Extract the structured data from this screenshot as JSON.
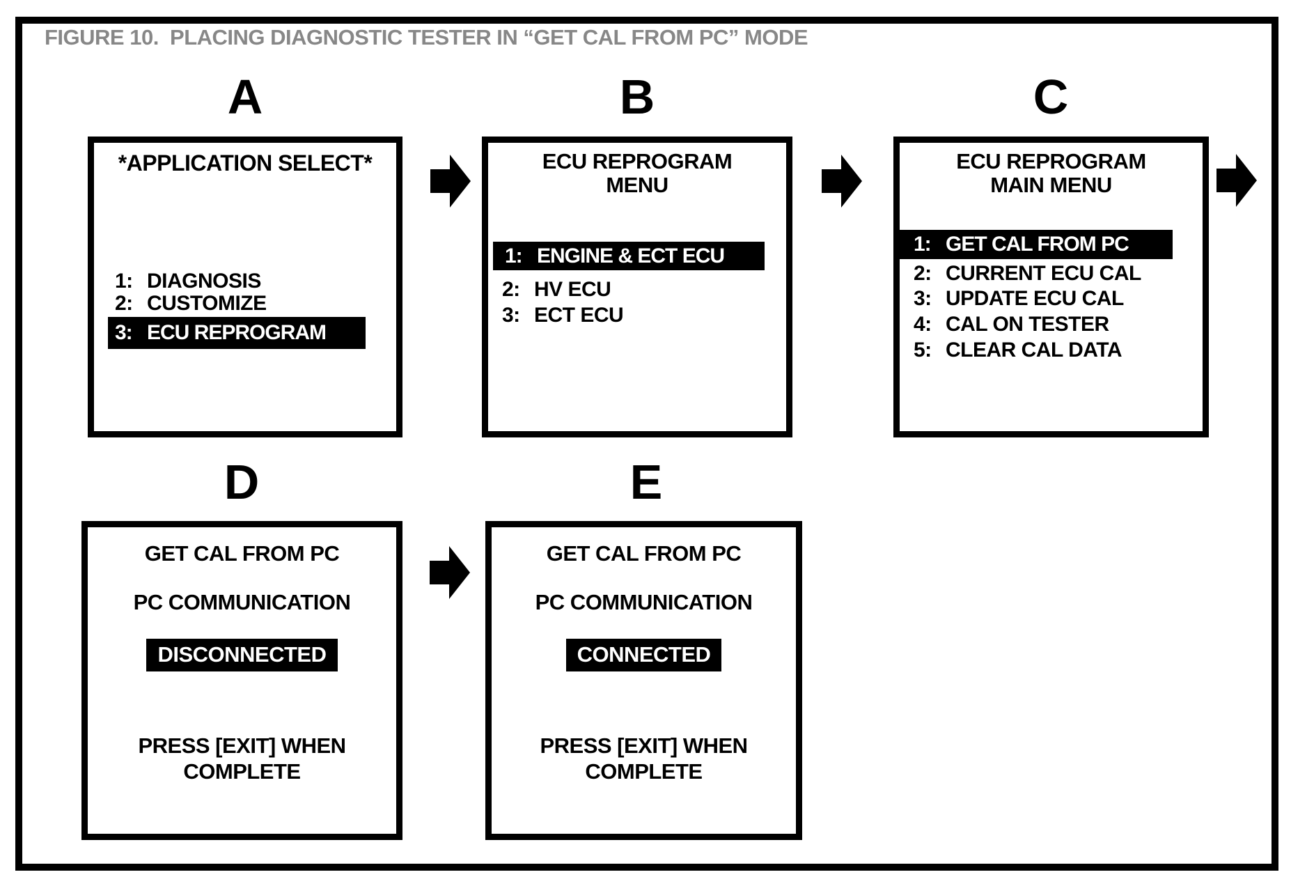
{
  "figure": {
    "title": "FIGURE 10.  PLACING DIAGNOSTIC TESTER IN “GET CAL FROM PC” MODE"
  },
  "colors": {
    "ink": "#000000",
    "paper": "#ffffff",
    "title_gray": "#878787",
    "highlight_bg": "#000000",
    "highlight_fg": "#ffffff"
  },
  "icons": {
    "flow_arrow_icon": "➡ solid right block arrow"
  },
  "flow": [
    "A→B",
    "B→C",
    "C→(next)",
    "D→E"
  ],
  "screens": [
    {
      "label": "A",
      "header_lines": [
        "*APPLICATION SELECT*"
      ],
      "menu_items": [
        {
          "num": "1:",
          "text": "DIAGNOSIS",
          "highlighted": false
        },
        {
          "num": "2:",
          "text": "CUSTOMIZE",
          "highlighted": false
        },
        {
          "num": "3:",
          "text": "ECU REPROGRAM",
          "highlighted": true
        }
      ]
    },
    {
      "label": "B",
      "header_lines": [
        "ECU REPROGRAM",
        "MENU"
      ],
      "menu_items": [
        {
          "num": "1:",
          "text": "ENGINE & ECT ECU",
          "highlighted": true
        },
        {
          "num": "2:",
          "text": "HV ECU",
          "highlighted": false
        },
        {
          "num": "3:",
          "text": "ECT ECU",
          "highlighted": false
        }
      ]
    },
    {
      "label": "C",
      "header_lines": [
        "ECU REPROGRAM",
        "MAIN MENU"
      ],
      "menu_items": [
        {
          "num": "1:",
          "text": "GET CAL FROM PC",
          "highlighted": true
        },
        {
          "num": "2:",
          "text": "CURRENT ECU CAL",
          "highlighted": false
        },
        {
          "num": "3:",
          "text": "UPDATE ECU CAL",
          "highlighted": false
        },
        {
          "num": "4:",
          "text": "CAL ON TESTER",
          "highlighted": false
        },
        {
          "num": "5:",
          "text": "CLEAR CAL DATA",
          "highlighted": false
        }
      ]
    },
    {
      "label": "D",
      "lines": [
        "GET CAL FROM PC",
        "PC COMMUNICATION"
      ],
      "status": "DISCONNECTED",
      "footer_lines": [
        "PRESS [EXIT] WHEN",
        "COMPLETE"
      ]
    },
    {
      "label": "E",
      "lines": [
        "GET CAL FROM PC",
        "PC COMMUNICATION"
      ],
      "status": "CONNECTED",
      "footer_lines": [
        "PRESS [EXIT] WHEN",
        "COMPLETE"
      ]
    }
  ]
}
